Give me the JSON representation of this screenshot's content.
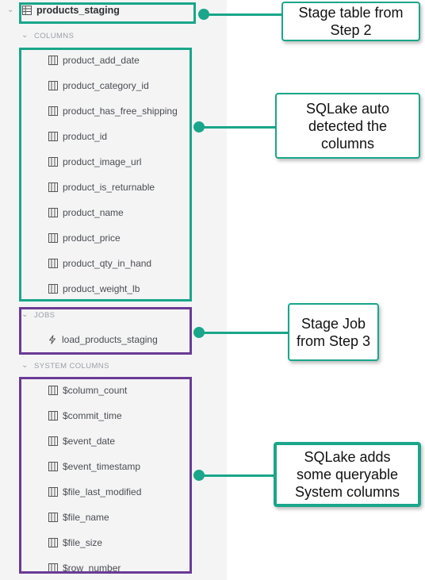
{
  "tree": {
    "table_name": "products_staging",
    "sections": {
      "columns": "COLUMNS",
      "jobs": "JOBS",
      "system_columns": "SYSTEM COLUMNS"
    },
    "columns": [
      "product_add_date",
      "product_category_id",
      "product_has_free_shipping",
      "product_id",
      "product_image_url",
      "product_is_returnable",
      "product_name",
      "product_price",
      "product_qty_in_hand",
      "product_weight_lb"
    ],
    "jobs": [
      "load_products_staging"
    ],
    "system_columns": [
      "$column_count",
      "$commit_time",
      "$event_date",
      "$event_timestamp",
      "$file_last_modified",
      "$file_name",
      "$file_size",
      "$row_number"
    ]
  },
  "callouts": {
    "stage_table": "Stage table from Step 2",
    "auto_detect": "SQLake auto detected the columns",
    "stage_job": "Stage Job from Step 3",
    "system_cols": "SQLake adds some queryable System columns"
  },
  "icons": {
    "table": "table-icon",
    "column": "column-icon",
    "job": "job-lightning-icon",
    "chevron": "chevron-down-icon"
  },
  "colors": {
    "teal": "#1aa68a",
    "purple": "#6a3b96",
    "panel": "#f4f4f5"
  }
}
